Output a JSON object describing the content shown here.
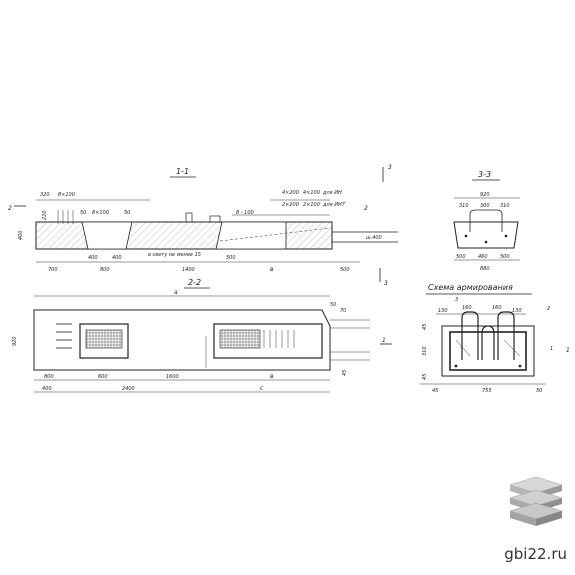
{
  "section_1_1": {
    "title": "1-1",
    "dims_top": [
      "320",
      "8×100",
      "50",
      "8×100",
      "50",
      "8 - 100"
    ],
    "note_top_a": "4×200",
    "note_top_b": "4×100",
    "note_top_c": "для ИН",
    "note_top_d": "2×200",
    "note_top_e": "2×100",
    "note_top_f": "для ИН7",
    "height_left": "400",
    "height_small": "220",
    "dims_bottom": [
      "700",
      "400",
      "400",
      "800",
      "1400",
      "500",
      "в",
      "500"
    ],
    "annotation": "в свету не менее 15",
    "pipe_label": "ш.400"
  },
  "section_2_2": {
    "title": "2-2",
    "overall": "а",
    "right_dims": [
      "50",
      "70"
    ],
    "height": "920",
    "dims_row1": [
      "800",
      "600",
      "1600",
      "в"
    ],
    "dims_row2": [
      "400",
      "2400",
      "с"
    ],
    "small_right": "45"
  },
  "section_3_3": {
    "title": "3-3",
    "top": "920",
    "top_parts": [
      "310",
      "300",
      "310"
    ],
    "bottom_parts": [
      "500",
      "460",
      "500"
    ],
    "bottom_total": "880"
  },
  "reinforcement": {
    "title": "Схема армирования",
    "top_dims": [
      "130",
      "160",
      "160",
      "130"
    ],
    "left_dims": [
      "45",
      "310",
      "45"
    ],
    "bottom_dims": [
      "45",
      "755",
      "50"
    ],
    "labels": [
      "3",
      "2",
      "1"
    ]
  },
  "cut_marks": [
    "2",
    "2",
    "3",
    "3",
    "1",
    "1"
  ],
  "watermark": {
    "text": "gbi22.ru",
    "icon": "stacked-slabs-icon",
    "colors": [
      "#c9c9c9",
      "#a8a8a8",
      "#8a8a8a"
    ]
  }
}
